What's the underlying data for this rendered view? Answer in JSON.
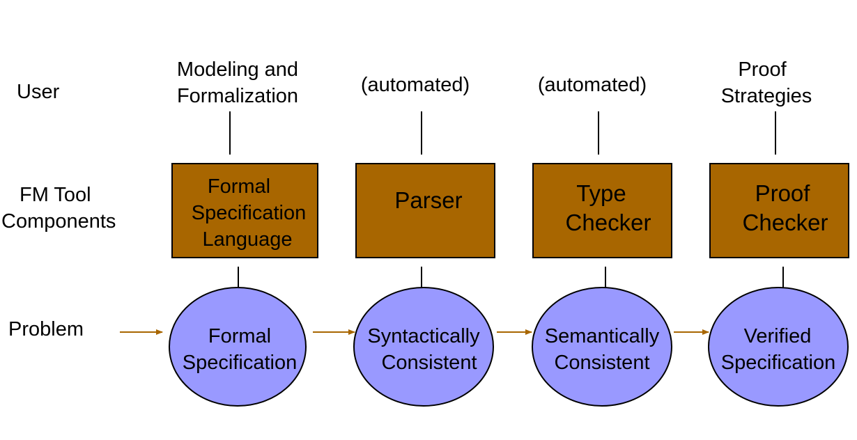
{
  "row_labels": {
    "user": "User",
    "tools": [
      "FM Tool",
      "Components"
    ],
    "problem": "Problem"
  },
  "user_inputs": [
    [
      "Modeling and",
      "Formalization"
    ],
    [
      "(automated)"
    ],
    [
      "(automated)"
    ],
    [
      "Proof",
      "Strategies"
    ]
  ],
  "components": [
    [
      "Formal",
      "Specification",
      "Language"
    ],
    [
      "Parser"
    ],
    [
      "Type",
      "Checker"
    ],
    [
      "Proof",
      "Checker"
    ]
  ],
  "stages": [
    [
      "Formal",
      "Specification"
    ],
    [
      "Syntactically",
      "Consistent"
    ],
    [
      "Semantically",
      "Consistent"
    ],
    [
      "Verified",
      "Specification"
    ]
  ],
  "colors": {
    "box_fill": "#a86600",
    "ellipse_fill": "#9999ff",
    "arrow": "#a86600",
    "line": "#000000"
  }
}
